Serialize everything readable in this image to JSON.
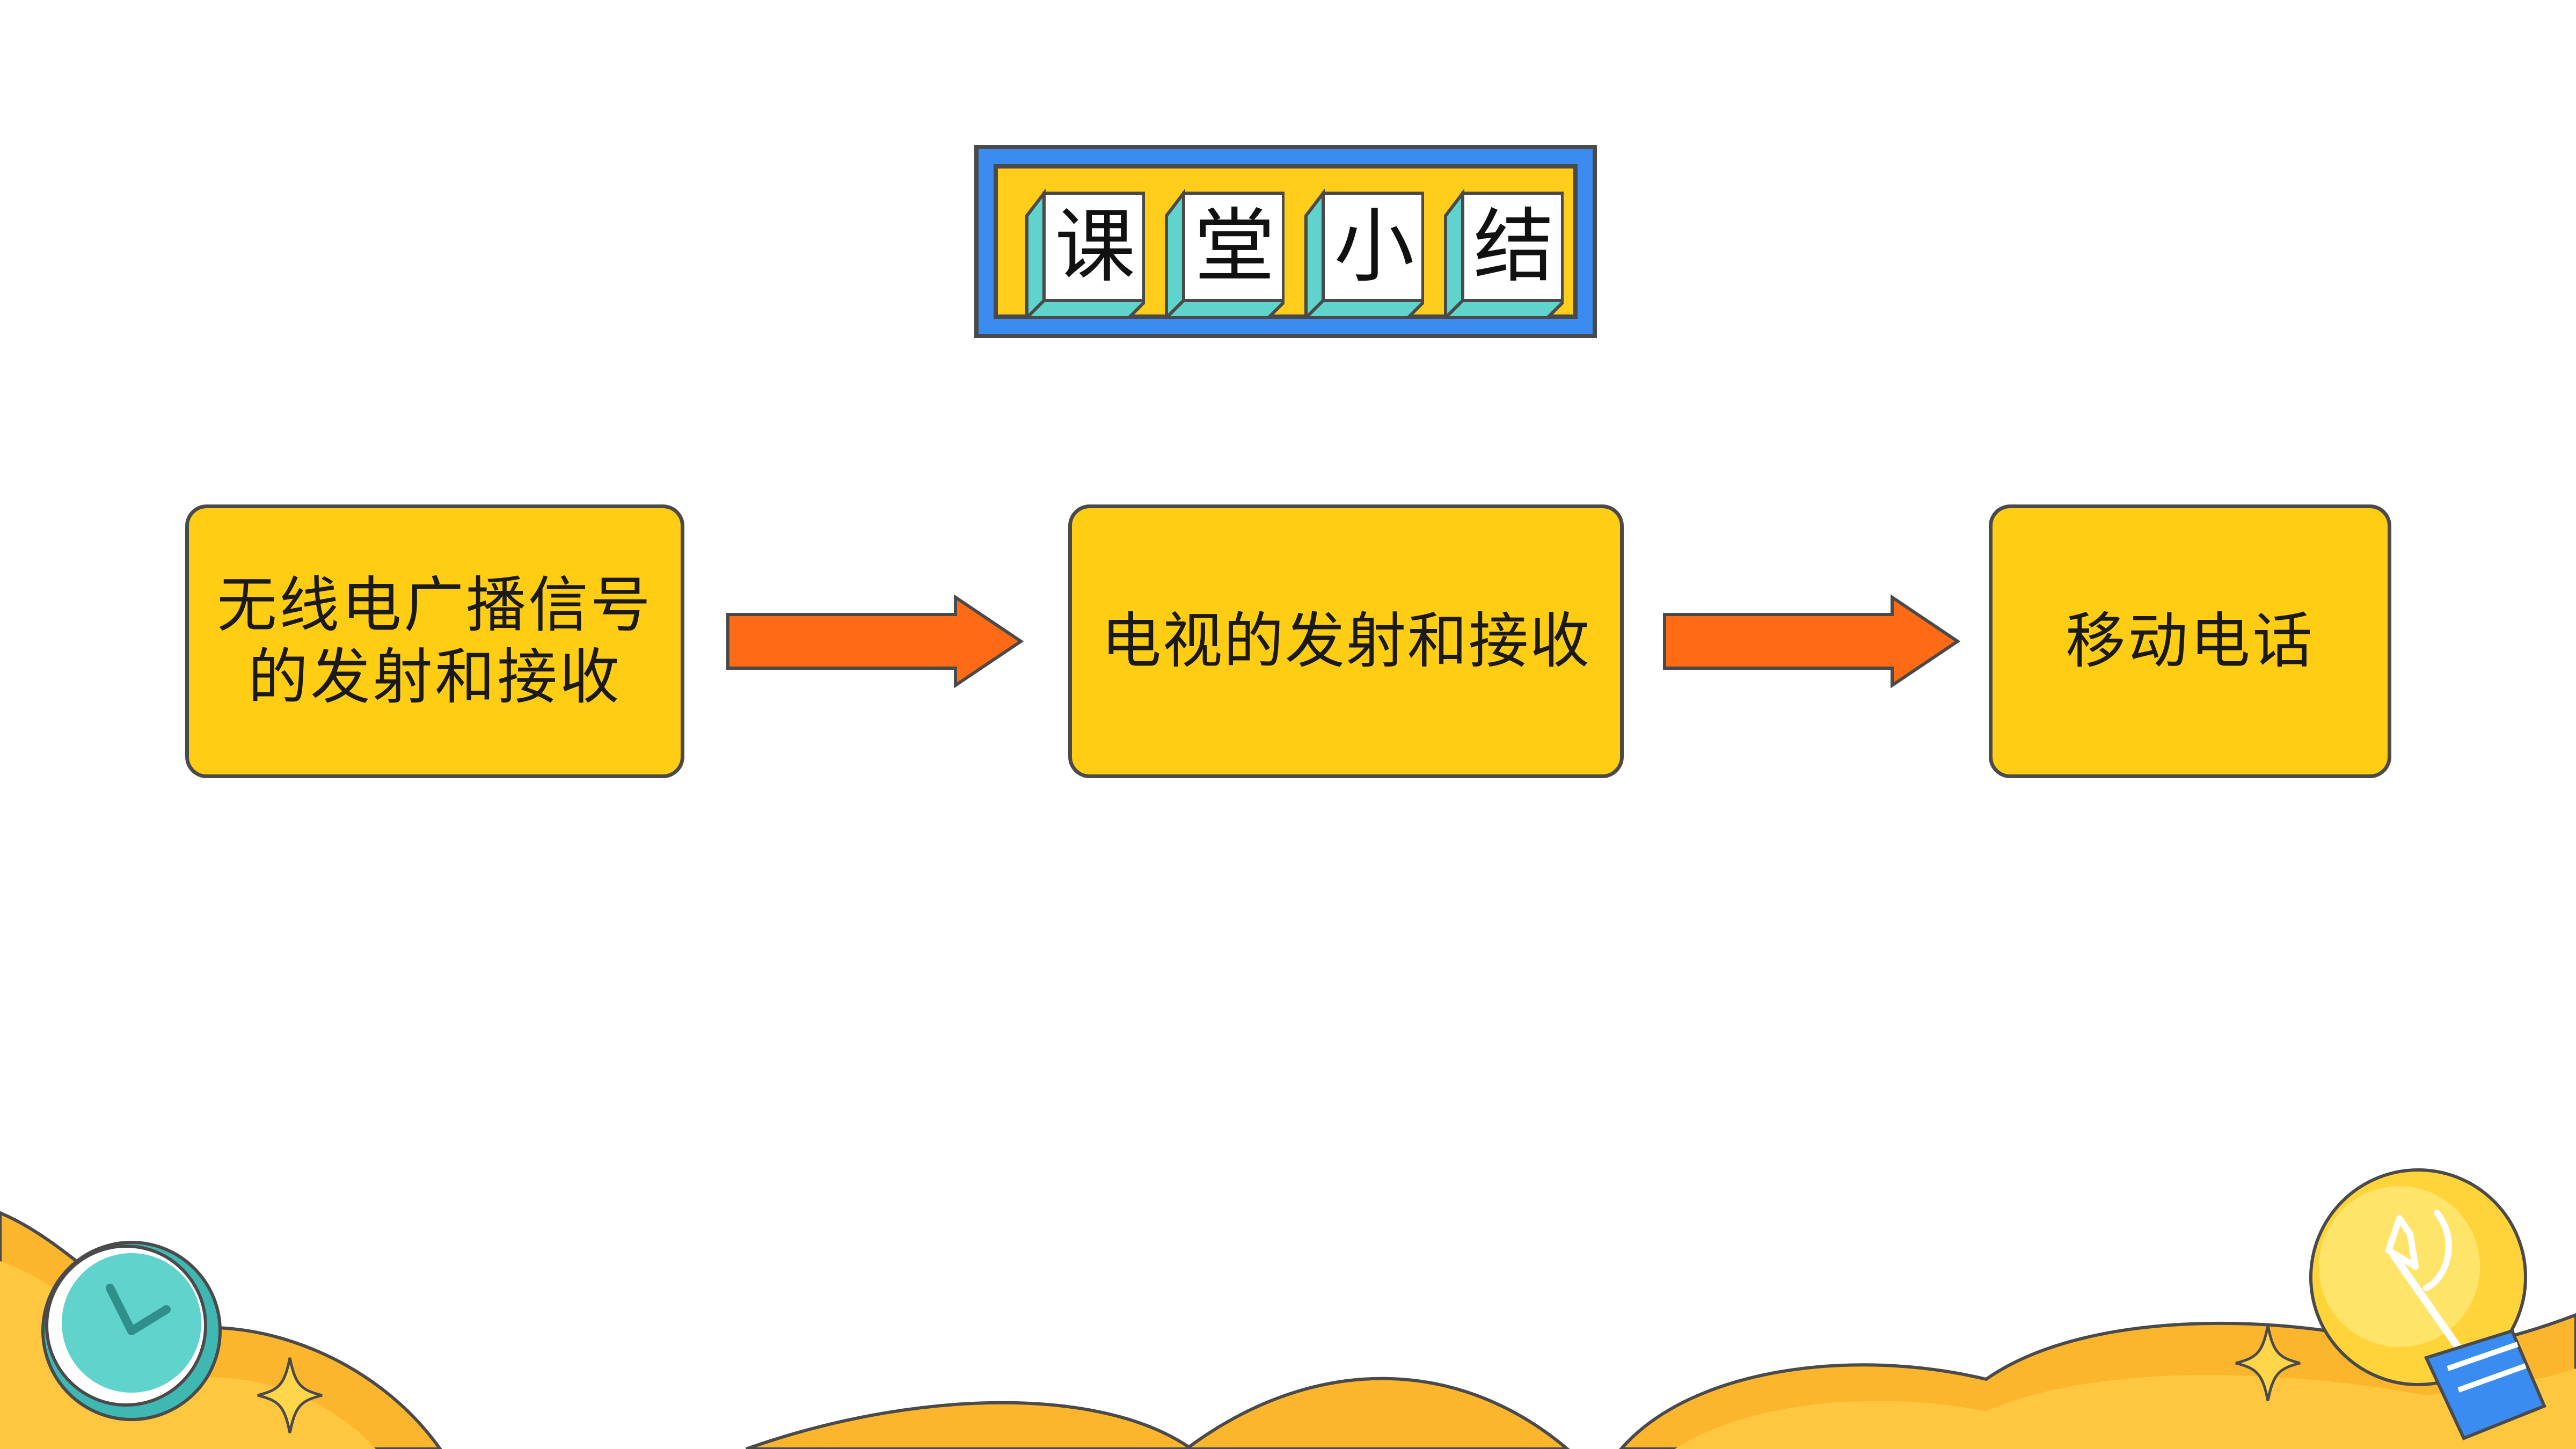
{
  "title": {
    "chars": [
      "课",
      "堂",
      "小",
      "结"
    ]
  },
  "flow": {
    "steps": [
      {
        "label": "无线电广播信号的发射和接收"
      },
      {
        "label": "电视的发射和接收"
      },
      {
        "label": "移动电话"
      }
    ]
  },
  "colors": {
    "title_border": "#3a8cf0",
    "title_fill": "#ffcd1a",
    "cube_side": "#5fd3cc",
    "box_fill": "#ffcd14",
    "arrow_fill": "#ff6a14",
    "wave_fill": "#fbb62e",
    "outline": "#4a4a4a"
  },
  "decorations": {
    "clock_icon": "clock-icon",
    "bulb_icon": "light-bulb-icon",
    "sparkle_icon": "sparkle-icon"
  }
}
